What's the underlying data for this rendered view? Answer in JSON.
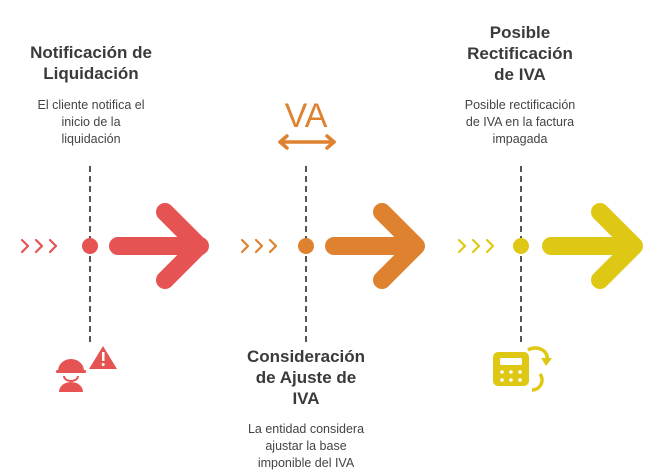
{
  "colors": {
    "step1": "#e55453",
    "step2": "#df8230",
    "step3": "#dfc814",
    "line": "#555555"
  },
  "steps": [
    {
      "title_lines": [
        "Notificación de",
        "Liquidación"
      ],
      "desc_lines": [
        "El cliente notifica el",
        "inicio de la",
        "liquidación"
      ],
      "icon": "worker-warning-icon"
    },
    {
      "title_lines": [
        "Consideración",
        "de Ajuste de",
        "IVA"
      ],
      "desc_lines": [
        "La entidad considera",
        "ajustar la base",
        "imponible del IVA"
      ],
      "icon": "va-width-icon",
      "icon_text": "VA"
    },
    {
      "title_lines": [
        "Posible",
        "Rectificación",
        "de IVA"
      ],
      "desc_lines": [
        "Posible rectificación",
        "de IVA en la factura",
        "impagada"
      ],
      "icon": "calculator-refresh-icon"
    }
  ]
}
